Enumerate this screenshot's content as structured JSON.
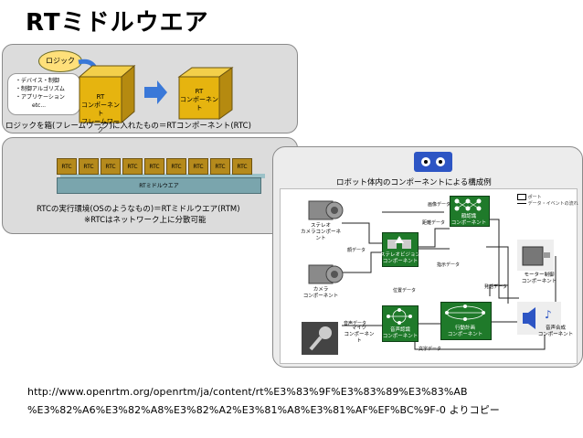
{
  "title": "RTミドルウエア",
  "panel1": {
    "bubble": "ロジック",
    "bullets": [
      "・デバイス・制御",
      "・制御アルゴリズム",
      "・アプリケーション",
      "etc..."
    ],
    "framework_label": [
      "RT",
      "コンポーネント",
      "フレームワーク"
    ],
    "component_label": [
      "RT",
      "コンポーネント"
    ],
    "caption": "ロジックを箱(フレームワーク)に入れたもの＝RTコンポーネント(RTC)"
  },
  "panel2": {
    "rtc_cells": [
      "RTC",
      "RTC",
      "RTC",
      "RTC",
      "RTC",
      "RTC",
      "RTC",
      "RTC",
      "RTC"
    ],
    "rtm_label": "RTミドルウエア",
    "caption_line1": "RTCの実行環境(OSのようなもの)＝RTミドルウエア(RTM)",
    "caption_line2": "※RTCはネットワーク上に分散可能"
  },
  "panel3": {
    "title": "ロボット体内のコンポーネントによる構成例",
    "legend": [
      "ポート",
      "データ・イベントの流れ"
    ],
    "cam1": [
      "ステレオ",
      "カメラコンポーネント"
    ],
    "cam2": [
      "カメラ",
      "コンポーネント"
    ],
    "mic": [
      "マイク",
      "コンポーネント"
    ],
    "stereo": [
      "ステレオビジョン",
      "コンポーネント"
    ],
    "face": [
      "顔認識",
      "コンポーネント"
    ],
    "speech": [
      "音声認識",
      "コンポーネント"
    ],
    "planner": [
      "行動計画",
      "コンポーネント"
    ],
    "motor": [
      "モーター制御",
      "コンポーネント"
    ],
    "speaker": [
      "音声合成",
      "コンポーネント"
    ],
    "flow_labels": [
      "画像データ",
      "距離データ",
      "顔データ",
      "音声データ",
      "発話データ",
      "指示データ",
      "文字データ",
      "位置データ"
    ]
  },
  "source": {
    "line1": "http://www.openrtm.org/openrtm/ja/content/rt%E3%83%9F%E3%83%89%E3%83%AB",
    "line2": "%E3%82%A6%E3%82%A8%E3%82%A2%E3%81%A8%E3%81%AF%EF%BC%9F-0 よりコピー"
  },
  "colors": {
    "box_gold": "#e6b40f",
    "rtm_teal": "#7aa5ad",
    "robot_blue": "#2d55c4",
    "arrow_blue": "#3a78d8"
  }
}
